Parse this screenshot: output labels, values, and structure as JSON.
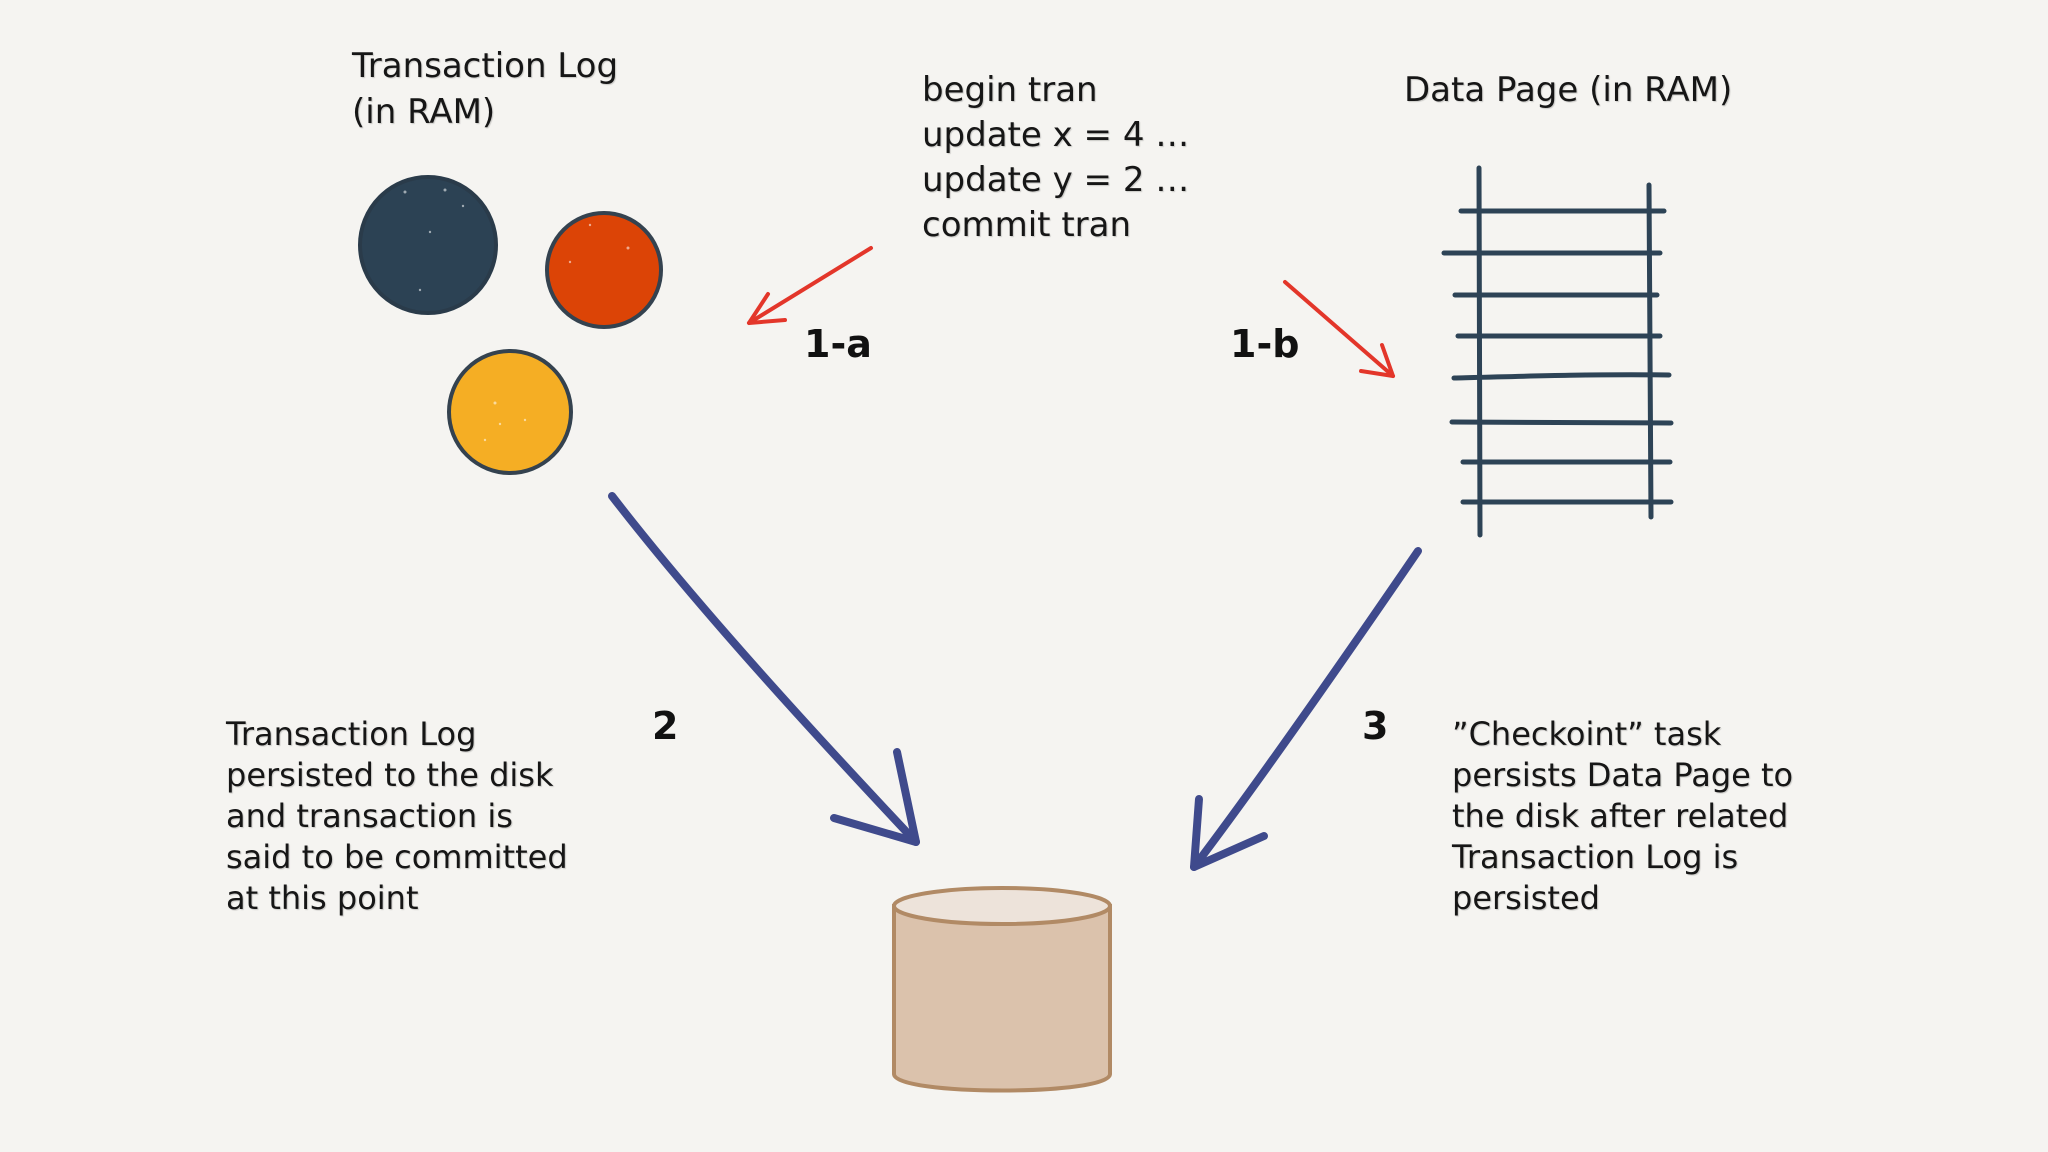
{
  "labels": {
    "transaction_log": [
      "Transaction Log",
      "(in RAM)"
    ],
    "code": [
      "begin tran",
      "update x = 4 …",
      "update y = 2 …",
      "commit tran"
    ],
    "data_page": "Data Page (in RAM)",
    "note_left": [
      "Transaction Log",
      "persisted to the disk",
      "and transaction is",
      "said to be committed",
      "at this point"
    ],
    "note_right": [
      "”Checkoint” task",
      "persists Data Page to",
      "the disk after related",
      "Transaction Log is",
      "persisted"
    ]
  },
  "steps": {
    "s1a": "1-a",
    "s1b": "1-b",
    "s2": "2",
    "s3": "3"
  },
  "colors": {
    "background": "#f5f4f1",
    "log_circle_dark": "#2c4254",
    "log_circle_orange": "#dc4406",
    "log_circle_yellow": "#f5ae24",
    "page_lines": "#2d4356",
    "arrow_red": "#e3362a",
    "arrow_blue": "#3f4a8c",
    "disk_fill": "#dbc2ac",
    "disk_top": "#ede3da",
    "disk_stroke": "#b18a65"
  }
}
